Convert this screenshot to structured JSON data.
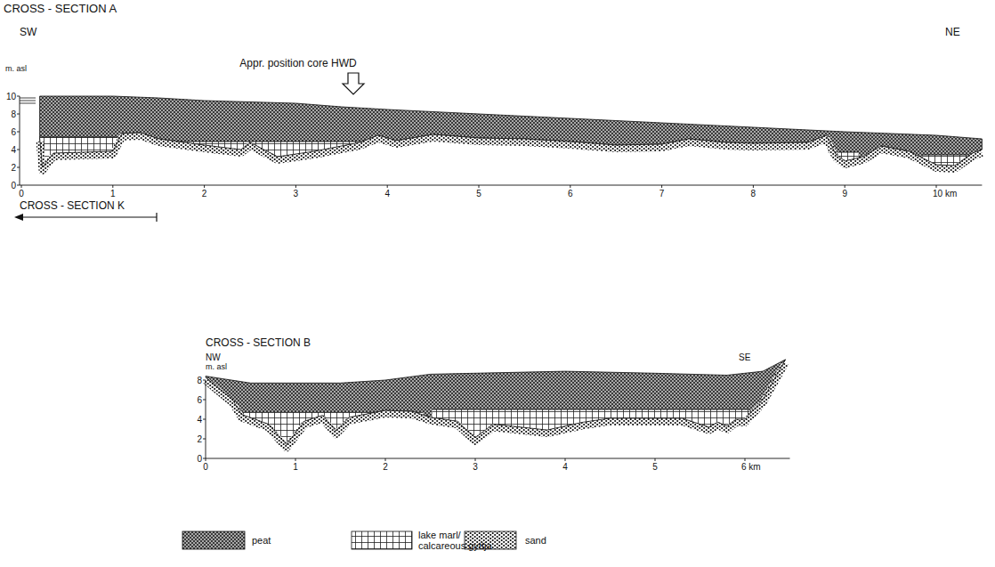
{
  "diagram": {
    "labels": [
      "CROSS - SECTION A",
      "SW",
      "NE",
      "m. asl",
      "Appr. position core HWD",
      "10",
      "8",
      "6",
      "4",
      "2",
      "0",
      "0",
      "1",
      "2",
      "3",
      "4",
      "5",
      "6",
      "7",
      "8",
      "9",
      "10 km",
      "CROSS - SECTION K",
      "CROSS - SECTION B",
      "NW",
      "SE",
      "m. asl",
      "8",
      "6",
      "4",
      "2",
      "0",
      "0",
      "1",
      "2",
      "3",
      "4",
      "5",
      "6 km"
    ],
    "legend": [
      {
        "text": "peat"
      },
      {
        "text": "lake marl/ calcareous gyttja"
      },
      {
        "text": "sand"
      }
    ]
  }
}
